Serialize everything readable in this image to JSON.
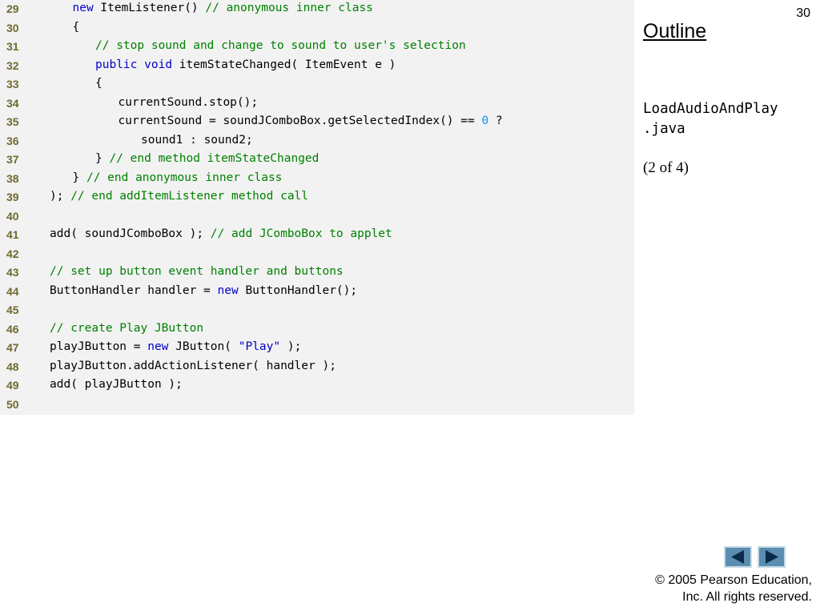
{
  "slide_number": "30",
  "outline_title": "Outline",
  "file_name": {
    "line1": "LoadAudioAndPlay",
    "line2": ".java"
  },
  "page_indicator": "(2 of 4)",
  "copyright": {
    "line1": "© 2005 Pearson Education,",
    "line2": "Inc.  All rights reserved."
  },
  "nav": {
    "prev_icon": "left-arrow-icon",
    "next_icon": "right-arrow-icon",
    "color": "#5a8db0"
  },
  "code_lines": [
    {
      "no": "29",
      "indent": 4,
      "tokens": [
        {
          "t": "kw",
          "v": "new"
        },
        {
          "t": "p",
          "v": " ItemListener() "
        },
        {
          "t": "cm",
          "v": "// anonymous inner class"
        }
      ]
    },
    {
      "no": "30",
      "indent": 4,
      "tokens": [
        {
          "t": "p",
          "v": "{"
        }
      ]
    },
    {
      "no": "31",
      "indent": 5,
      "tokens": [
        {
          "t": "cm",
          "v": "// stop sound and change to sound to user's selection"
        }
      ]
    },
    {
      "no": "32",
      "indent": 5,
      "tokens": [
        {
          "t": "kw",
          "v": "public"
        },
        {
          "t": "p",
          "v": " "
        },
        {
          "t": "kw",
          "v": "void"
        },
        {
          "t": "p",
          "v": " itemStateChanged( ItemEvent e )"
        }
      ]
    },
    {
      "no": "33",
      "indent": 5,
      "tokens": [
        {
          "t": "p",
          "v": "{"
        }
      ]
    },
    {
      "no": "34",
      "indent": 6,
      "tokens": [
        {
          "t": "p",
          "v": "currentSound.stop();"
        }
      ]
    },
    {
      "no": "35",
      "indent": 6,
      "tokens": [
        {
          "t": "p",
          "v": "currentSound = soundJComboBox.getSelectedIndex() == "
        },
        {
          "t": "num",
          "v": "0"
        },
        {
          "t": "p",
          "v": " ?"
        }
      ]
    },
    {
      "no": "36",
      "indent": 7,
      "tokens": [
        {
          "t": "p",
          "v": "sound1 : sound2;"
        }
      ]
    },
    {
      "no": "37",
      "indent": 5,
      "tokens": [
        {
          "t": "p",
          "v": "} "
        },
        {
          "t": "cm",
          "v": "// end method itemStateChanged"
        }
      ]
    },
    {
      "no": "38",
      "indent": 4,
      "tokens": [
        {
          "t": "p",
          "v": "} "
        },
        {
          "t": "cm",
          "v": "// end anonymous inner class"
        }
      ]
    },
    {
      "no": "39",
      "indent": 3,
      "tokens": [
        {
          "t": "p",
          "v": "); "
        },
        {
          "t": "cm",
          "v": "// end addItemListener method call"
        }
      ]
    },
    {
      "no": "40",
      "indent": 3,
      "tokens": []
    },
    {
      "no": "41",
      "indent": 3,
      "tokens": [
        {
          "t": "p",
          "v": "add( soundJComboBox ); "
        },
        {
          "t": "cm",
          "v": "// add JComboBox to applet"
        }
      ]
    },
    {
      "no": "42",
      "indent": 3,
      "tokens": []
    },
    {
      "no": "43",
      "indent": 3,
      "tokens": [
        {
          "t": "cm",
          "v": "// set up button event handler and buttons"
        }
      ]
    },
    {
      "no": "44",
      "indent": 3,
      "tokens": [
        {
          "t": "p",
          "v": "ButtonHandler handler = "
        },
        {
          "t": "kw",
          "v": "new"
        },
        {
          "t": "p",
          "v": " ButtonHandler();"
        }
      ]
    },
    {
      "no": "45",
      "indent": 3,
      "tokens": []
    },
    {
      "no": "46",
      "indent": 3,
      "tokens": [
        {
          "t": "cm",
          "v": "// create Play JButton"
        }
      ]
    },
    {
      "no": "47",
      "indent": 3,
      "tokens": [
        {
          "t": "p",
          "v": "playJButton = "
        },
        {
          "t": "kw",
          "v": "new"
        },
        {
          "t": "p",
          "v": " JButton( "
        },
        {
          "t": "str",
          "v": "\"Play\""
        },
        {
          "t": "p",
          "v": " );"
        }
      ]
    },
    {
      "no": "48",
      "indent": 3,
      "tokens": [
        {
          "t": "p",
          "v": "playJButton.addActionListener( handler );"
        }
      ]
    },
    {
      "no": "49",
      "indent": 3,
      "tokens": [
        {
          "t": "p",
          "v": "add( playJButton );"
        }
      ]
    },
    {
      "no": "50",
      "indent": 3,
      "tokens": []
    }
  ]
}
